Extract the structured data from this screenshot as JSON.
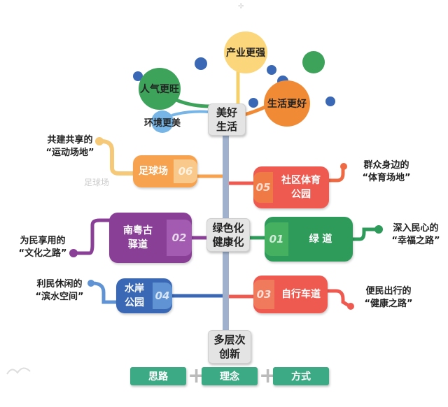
{
  "top": {
    "center_label": "美好\n生活",
    "items": {
      "popularity": "人气更旺",
      "industry": "产业更强",
      "life": "生活更好",
      "environment": "环境更美"
    }
  },
  "middle": {
    "center_label": "绿色化\n健康化"
  },
  "bottom": {
    "center_label": "多层次\n创新"
  },
  "branches": {
    "football": {
      "label": "足球场",
      "num": "06",
      "note": "共建共享的\n“运动场地”"
    },
    "community": {
      "label": "社区体育\n公园",
      "num": "05",
      "note": "群众身边的\n“体育场地”"
    },
    "nanyue": {
      "label": "南粤古\n驿道",
      "num": "02",
      "note": "为民享用的\n“文化之路”"
    },
    "greenway": {
      "label": "绿 道",
      "num": "01",
      "note": "深入民心的\n“幸福之路”"
    },
    "waterfront": {
      "label": "水岸\n公园",
      "num": "04",
      "note": "利民休闲的\n“滨水空间”"
    },
    "bikeway": {
      "label": "自行车道",
      "num": "03",
      "note": "便民出行的\n“健康之路”"
    }
  },
  "bottom_row": {
    "thinking": "思路",
    "concept": "理念",
    "method": "方式",
    "plus": "+"
  },
  "colors": {
    "trunk": "#9fb1cc",
    "football": "#f6a24e",
    "community": "#ee5a50",
    "nanyue": "#8a3f97",
    "greenway": "#2e9b5b",
    "waterfront": "#3b68b4",
    "bikeway": "#ee5a50",
    "button": "#3daa86"
  }
}
